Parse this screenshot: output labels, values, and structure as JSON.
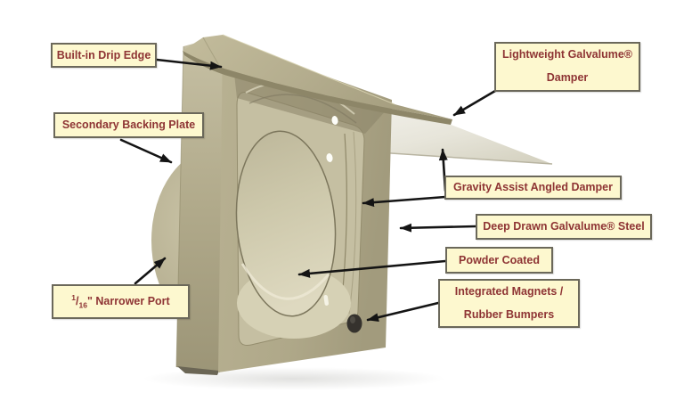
{
  "colors": {
    "canvas_bg": "#ffffff",
    "label_bg": "#fdf8cf",
    "label_border": "#6b685a",
    "label_text": "#8e3434",
    "arrow": "#141414",
    "body_tan": "#b3ac8c",
    "body_tan_light": "#c7c1a4",
    "body_tan_dark": "#9a9376",
    "damper_white": "#efeee7",
    "magnet_dark": "#35322d"
  },
  "callouts": [
    {
      "id": "built-in-drip-edge",
      "lines": [
        "Built-in Drip Edge"
      ]
    },
    {
      "id": "secondary-backing-plate",
      "lines": [
        "Secondary Backing Plate"
      ]
    },
    {
      "id": "lightweight-galvalume-damper",
      "lines": [
        "Lightweight Galvalume®",
        "Damper"
      ]
    },
    {
      "id": "gravity-assist-angled-damper",
      "lines": [
        "Gravity Assist Angled Damper"
      ]
    },
    {
      "id": "deep-drawn-galvalume-steel",
      "lines": [
        "Deep Drawn Galvalume® Steel"
      ]
    },
    {
      "id": "powder-coated",
      "lines": [
        "Powder Coated"
      ]
    },
    {
      "id": "integrated-magnets-rubber-bumpers",
      "lines": [
        "Integrated Magnets /",
        "Rubber Bumpers"
      ]
    },
    {
      "id": "narrower-port",
      "sup": "1",
      "sep": "/",
      "sub": "16",
      "rest": "\" Narrower Port"
    }
  ]
}
